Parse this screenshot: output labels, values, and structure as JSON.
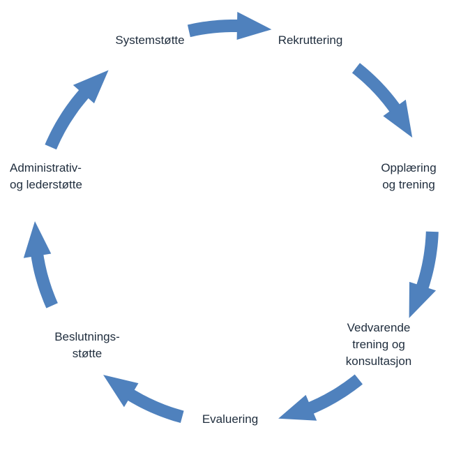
{
  "diagram": {
    "arrow_color": "#4f81bd",
    "text_color": "#1f2d3d",
    "nodes": {
      "systemstotte": [
        "Systemstøtte"
      ],
      "rekruttering": [
        "Rekruttering"
      ],
      "opplaering": [
        "Opplæring",
        "og trening"
      ],
      "vedvarende": [
        "Vedvarende",
        "trening og",
        "konsultasjon"
      ],
      "evaluering": [
        "Evaluering"
      ],
      "beslutning": [
        "Beslutnings-",
        "støtte"
      ],
      "administrativ": [
        "Administrativ-",
        "og lederstøtte"
      ]
    }
  }
}
